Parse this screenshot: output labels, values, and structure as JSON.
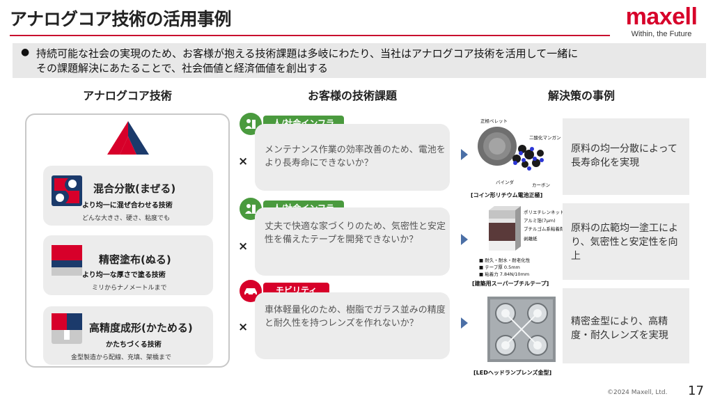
{
  "header": {
    "title": "アナログコア技術の活用事例",
    "logo_word": "maxell",
    "logo_tagline": "Within, the Future"
  },
  "banner": {
    "bullet": "●",
    "line1": "持続可能な社会の実現のため、お客様が抱える技術課題は多岐にわたり、当社はアナログコア技術を活用して一緒に",
    "line2": "その課題解決にあたることで、社会価値と経済価値を創出する"
  },
  "columns": {
    "core": "アナログコア技術",
    "issues": "お客様の技術課題",
    "solutions": "解決策の事例"
  },
  "core_techs": [
    {
      "name": "混合分散(まぜる)",
      "sub": "より均一に混ぜ合わせる技術",
      "note": "どんな大きさ、硬さ、粘度でも"
    },
    {
      "name": "精密塗布(ぬる)",
      "sub": "より均一な厚さで塗る技術",
      "note": "ミリからナノメートルまで"
    },
    {
      "name": "高精度成形(かためる)",
      "sub": "かたちづくる技術",
      "note": "金型製造から配線、充填、架橋まで"
    }
  ],
  "times_symbol": "×",
  "cases": [
    {
      "tag": "人/社会インフラ",
      "issue": "メンテナンス作業の効率改善のため、電池をより長寿命にできないか？",
      "figure_caption": "[コイン形リチウム電池正極]",
      "figure_labels": [
        "正極ペレット",
        "二酸化マンガン",
        "バインダ",
        "カーボン"
      ],
      "solution": "原料の均一分散によって長寿命化を実現"
    },
    {
      "tag": "人/社会インフラ",
      "issue": "丈夫で快適な家づくりのため、気密性と安定性を備えたテープを開発できないか？",
      "figure_caption": "[建築用スーパーブチルテープ]",
      "figure_labels": [
        "ポリエチレンネット",
        "アルミ箔(7μm)",
        "ブチルゴム系粘着剤",
        "剥離紙"
      ],
      "figure_specs": [
        "■ 耐久・耐水・耐老化性",
        "■ テープ厚 0.5mm",
        "■ 粘着力 7.84N/10mm"
      ],
      "solution": "原料の広範均一塗工により、気密性と安定性を向上"
    },
    {
      "tag": "モビリティ",
      "issue": "車体軽量化のため、樹脂でガラス並みの精度と耐久性を持つレンズを作れないか？",
      "figure_caption": "[LEDヘッドランプレンズ金型]",
      "solution": "精密金型により、高精度・耐久レンズを実現"
    }
  ],
  "colors": {
    "accent_red": "#d7002a",
    "tag_green": "#4a9a3e",
    "arrow_blue": "#4b6fa6",
    "panel_gray": "#ececec"
  },
  "footer": {
    "copyright": "©2024 Maxell, Ltd.",
    "page": "17"
  }
}
